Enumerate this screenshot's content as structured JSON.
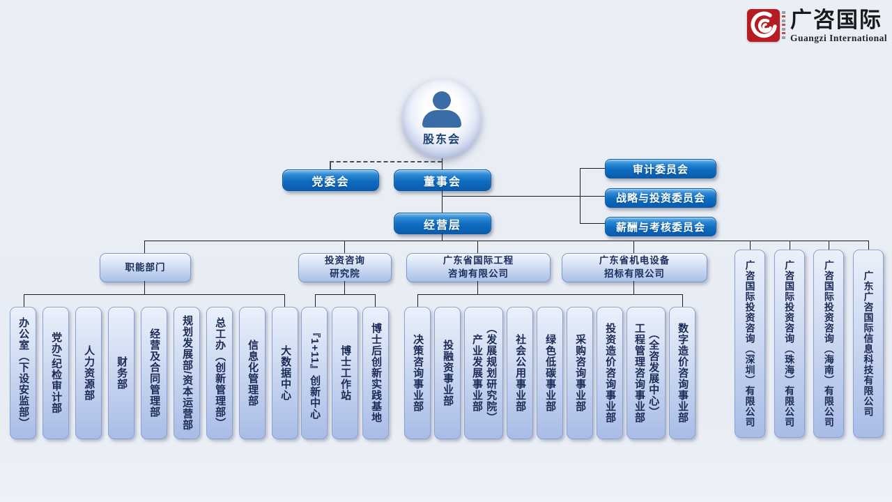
{
  "logo": {
    "title": "广咨国际",
    "subtitle": "Guangzi International"
  },
  "nodes": {
    "shareholders": "股东会",
    "party_committee": "党委会",
    "board": "董事会",
    "management": "经营层"
  },
  "committees": [
    "审计委员会",
    "战略与投资委员会",
    "薪酬与考核委员会"
  ],
  "branches": {
    "functional": {
      "label": "职能部门",
      "children": [
        "办公室（下设安监部）",
        "党办/纪检审计部",
        "人力资源部",
        "财务部",
        "经营及合同管理部",
        "规划发展部/资本运营部",
        "总工办（创新管理部）",
        "信息化管理部",
        "大数据中心"
      ]
    },
    "research": {
      "label": "投资咨询\n研究院",
      "children": [
        "『1+11』创新中心",
        "博士工作站",
        "博士后创新实践基地"
      ]
    },
    "engineering": {
      "label": "广东省国际工程\n咨询有限公司"
    },
    "equipment": {
      "label": "广东省机电设备\n招标有限公司"
    },
    "business_units": [
      "决策咨询事业部",
      "投融资事业部",
      {
        "label": "产业发展事业部\n（发展规划研究院）",
        "wide": true
      },
      "社会公用事业部",
      "绿色低碳事业部",
      "采购咨询事业部",
      "投资造价咨询事业部",
      {
        "label": "工程管理咨询事业部\n（全咨发展中心）",
        "wide": true
      },
      "数字造价咨询事业部"
    ],
    "subsidiaries": [
      "广咨国际投资咨询（深圳）有限公司",
      "广咨国际投资咨询（珠海）有限公司",
      "广咨国际投资咨询（海南）有限公司",
      "广东广咨国际信息科技有限公司"
    ]
  },
  "colors": {
    "accent_dark_blue": "#0e6cc0",
    "accent_light_blue": "#a9bce7",
    "logo_red": "#b51d22",
    "background": "#e9edf4",
    "line": "#1c1c1c"
  }
}
